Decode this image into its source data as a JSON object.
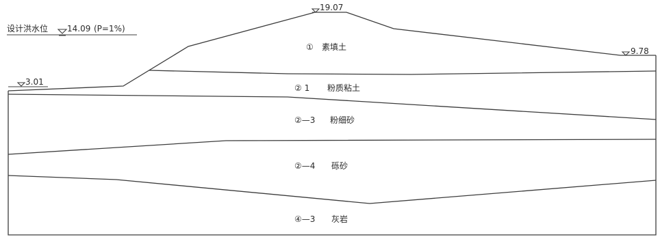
{
  "flood_level": {
    "label": "设计洪水位",
    "value": "14.09",
    "frequency": "(P=1%)"
  },
  "elevations": {
    "crest": "19.07",
    "right": "9.78",
    "left": "3.01"
  },
  "layers": [
    {
      "id": "①",
      "name": "素填土"
    },
    {
      "id": "② 1",
      "name": "粉质粘土"
    },
    {
      "id": "②—3",
      "name": "粉细砂"
    },
    {
      "id": "②—4",
      "name": "砾砂"
    },
    {
      "id": "④—3",
      "name": "灰岩"
    }
  ],
  "colors": {
    "line": "#3c3c3c",
    "text": "#2a2a2a",
    "background": "#ffffff"
  }
}
